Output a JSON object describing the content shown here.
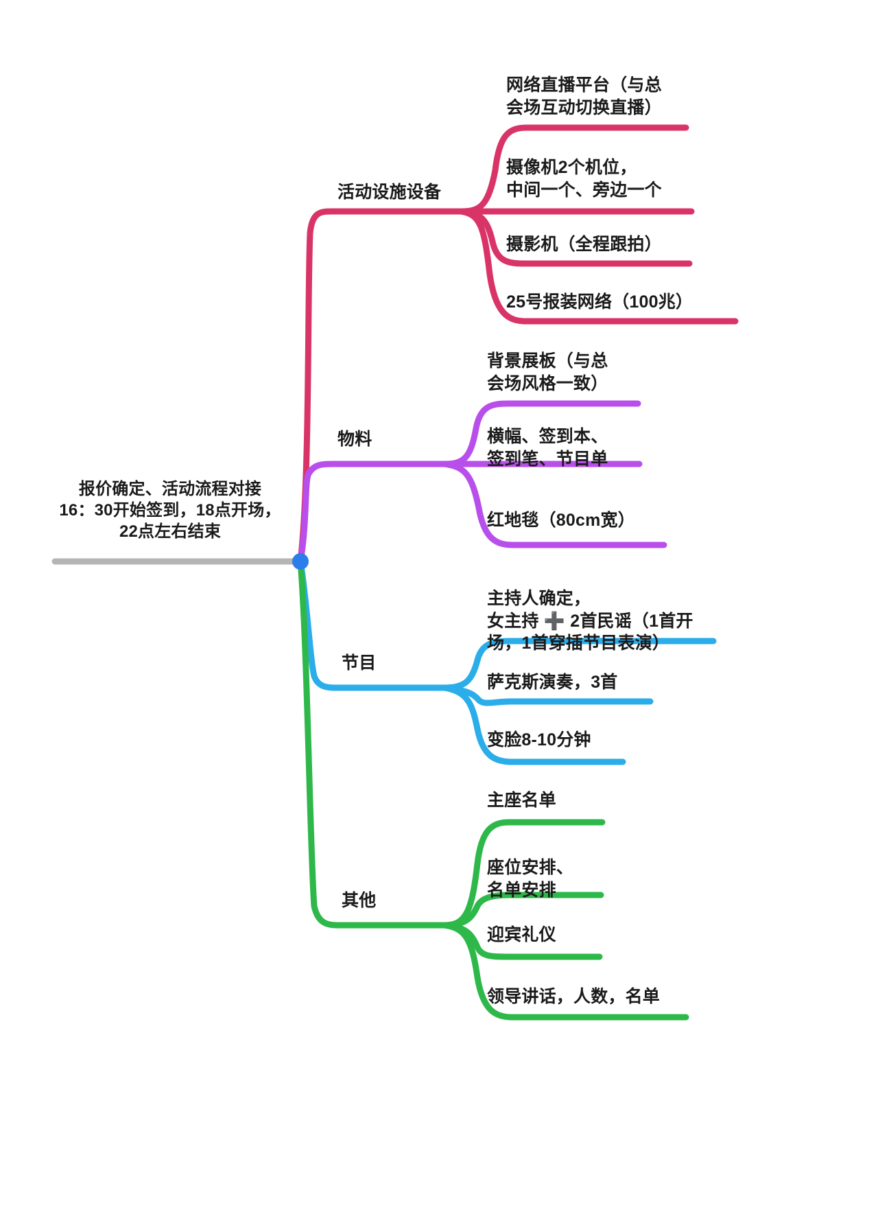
{
  "map": {
    "root": {
      "text": "报价确定、活动流程对接\n16：30开始签到，18点开场，22点左右结束"
    },
    "branches": [
      {
        "label": "活动设施设备",
        "color": "#D93468",
        "leaves": [
          {
            "text": "网络直播平台（与总\n会场互动切换直播）"
          },
          {
            "text": "摄像机2个机位，\n中间一个、旁边一个"
          },
          {
            "text": "摄影机（全程跟拍）"
          },
          {
            "text": "25号报装网络（100兆）"
          }
        ]
      },
      {
        "label": "物料",
        "color": "#B94FEA",
        "leaves": [
          {
            "text": "背景展板（与总\n会场风格一致）"
          },
          {
            "text": "横幅、签到本、\n签到笔、节目单"
          },
          {
            "text": "红地毯（80cm宽）"
          }
        ]
      },
      {
        "label": "节目",
        "color": "#2BADEA",
        "leaves": [
          {
            "text": "主持人确定，\n女主持 ➕ 2首民谣（1首开\n场，1首穿插节目表演）"
          },
          {
            "text": "萨克斯演奏，3首"
          },
          {
            "text": "变脸8-10分钟"
          }
        ]
      },
      {
        "label": "其他",
        "color": "#2FB84A",
        "leaves": [
          {
            "text": "主座名单"
          },
          {
            "text": "座位安排、\n名单安排"
          },
          {
            "text": "迎宾礼仪"
          },
          {
            "text": "领导讲话，人数，名单"
          }
        ]
      }
    ],
    "colors": {
      "root_stem": "#B5B5B5",
      "root_dot": "#2B7DE9",
      "text": "#1a1a1a"
    }
  }
}
